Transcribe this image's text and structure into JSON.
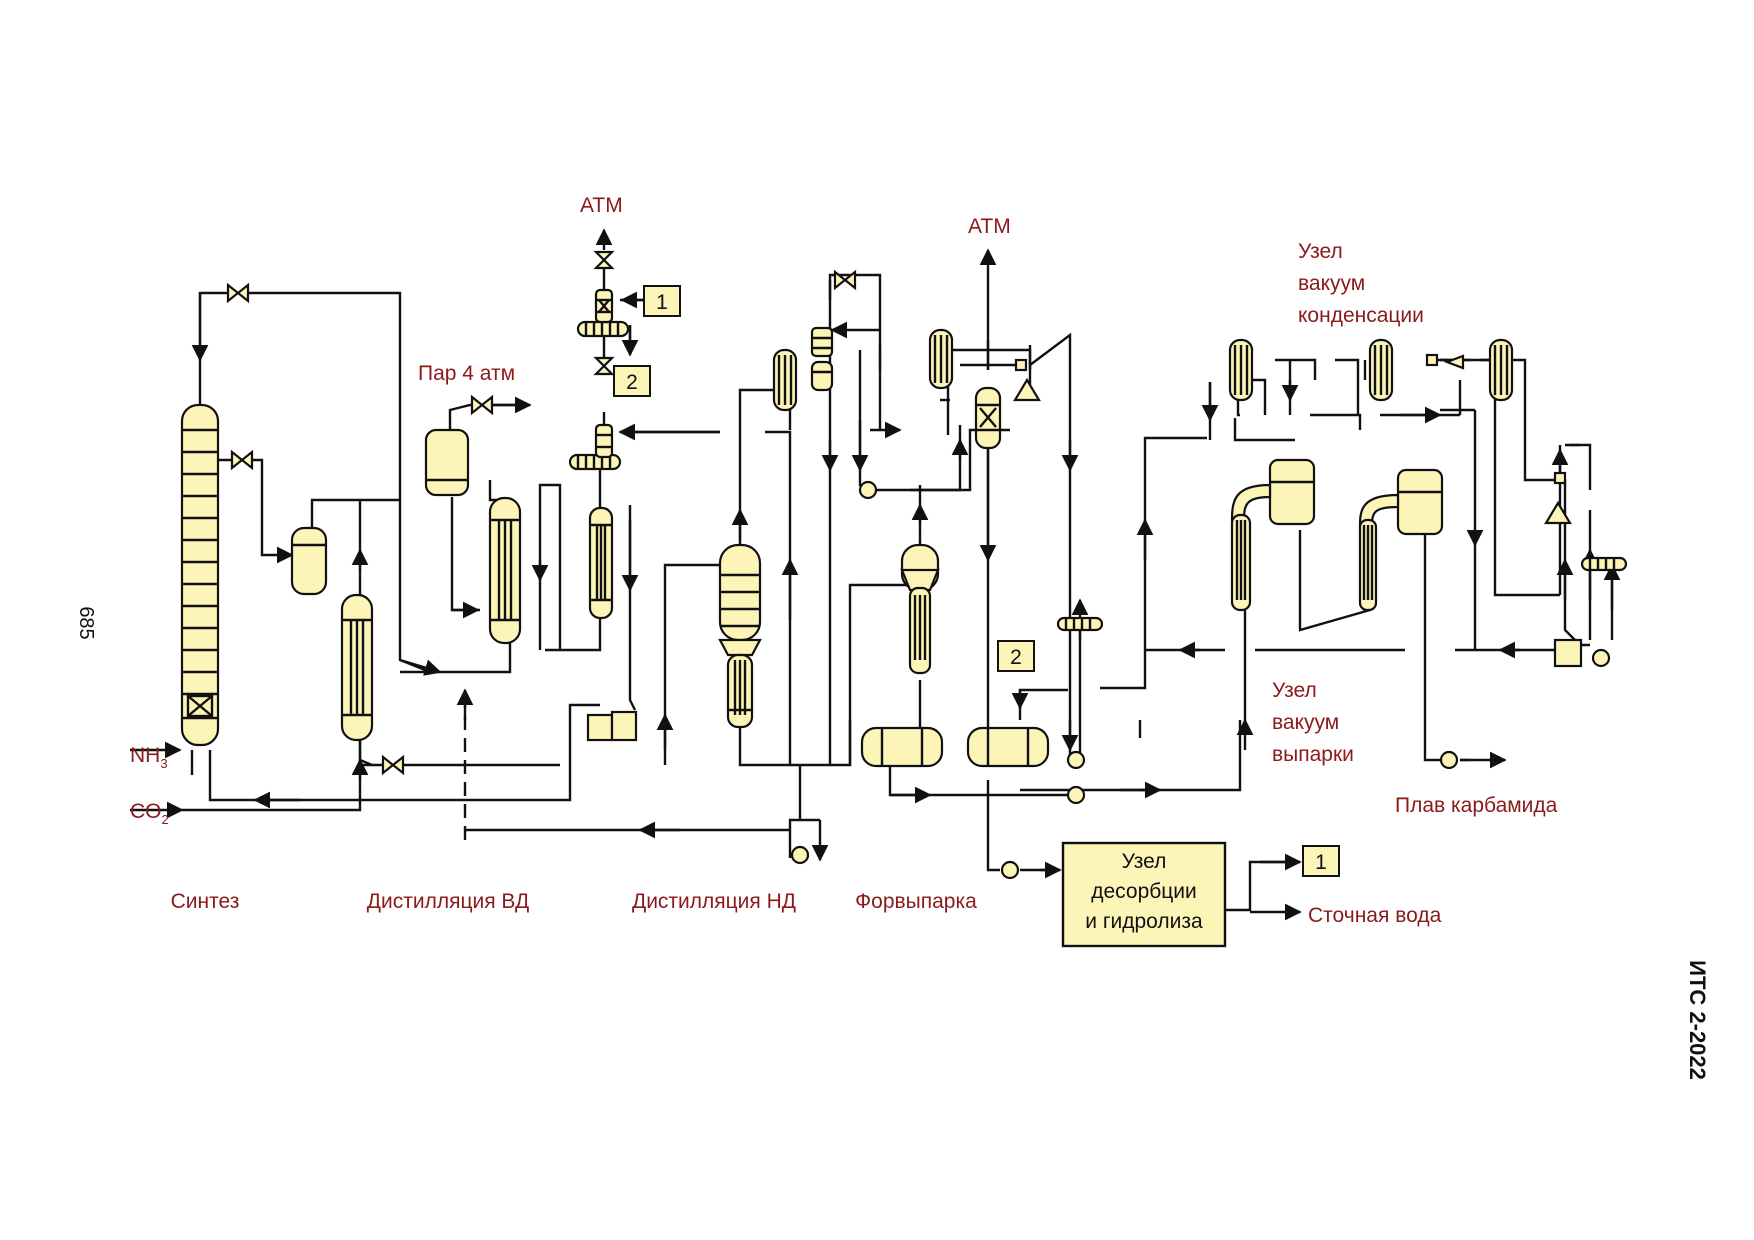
{
  "page": {
    "number": "685",
    "doc_code": "ИТС 2-2022"
  },
  "inputs": {
    "nh3": "NH",
    "nh3_sub": "3",
    "co2": "CO",
    "co2_sub": "2"
  },
  "labels": {
    "atm_left": "АТМ",
    "atm_right": "АТМ",
    "steam": "Пар 4 атм",
    "vac_cond_1": "Узел",
    "vac_cond_2": "вакуум",
    "vac_cond_3": "конденсации",
    "vac_evap_1": "Узел",
    "vac_evap_2": "вакуум",
    "vac_evap_3": "выпарки",
    "melt": "Плав карбамида",
    "waste_water": "Сточная вода"
  },
  "sections": [
    "Синтез",
    "Дистилляция ВД",
    "Дистилляция НД",
    "Форвыпарка"
  ],
  "desorption_box": [
    "Узел",
    "десорбции",
    "и гидролиза"
  ],
  "connectors": [
    "1",
    "2",
    "2",
    "1"
  ]
}
